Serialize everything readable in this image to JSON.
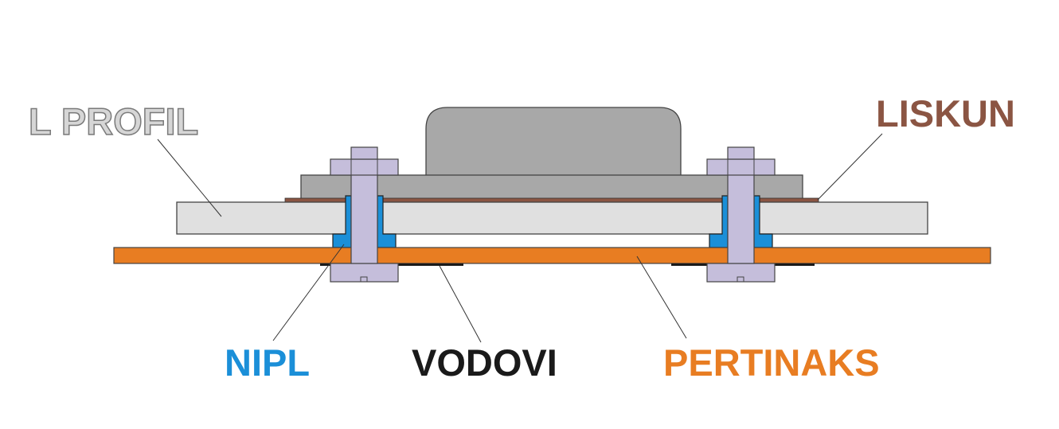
{
  "labels": {
    "l_profil": "L PROFIL",
    "liskun": "LISKUN",
    "nipl": "NIPL",
    "vodovi": "VODOVI",
    "pertinaks": "PERTINAKS"
  },
  "colors": {
    "l_profil_text": "#d6d6d6",
    "l_profil_text_stroke": "#7a7a7a",
    "liskun": "#8b5543",
    "nipl": "#1b8fd8",
    "vodovi": "#1a1a1a",
    "pertinaks": "#e87d22",
    "profile_fill": "#e0e0e0",
    "component_fill": "#a8a8a8",
    "bolt_fill": "#c5bedb",
    "leader_line": "#333333"
  }
}
